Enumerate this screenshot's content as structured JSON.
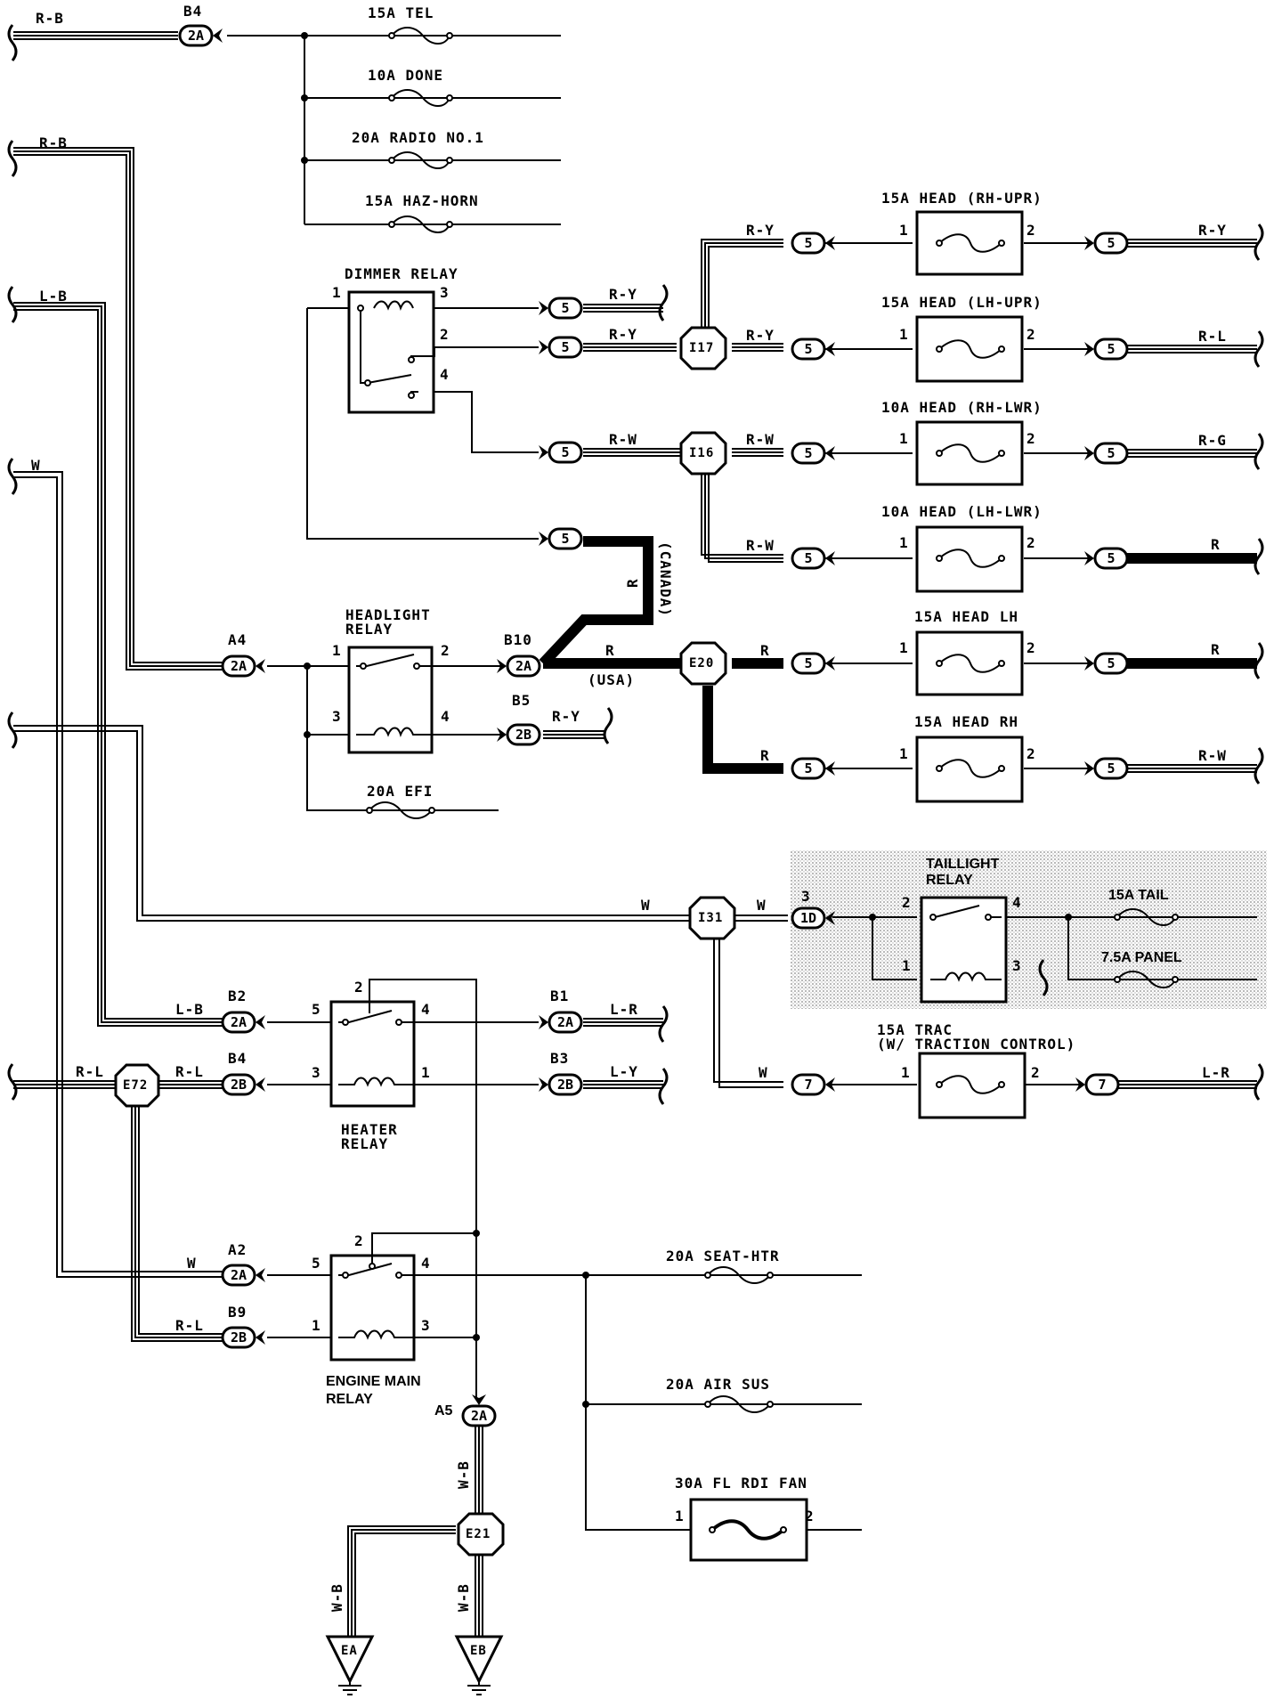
{
  "fuses": {
    "tel": "15A TEL",
    "done": "10A DONE",
    "radio": "20A RADIO NO.1",
    "hazhorn": "15A HAZ-HORN",
    "head_rh_upr": "15A HEAD (RH-UPR)",
    "head_lh_upr": "15A HEAD (LH-UPR)",
    "head_rh_lwr": "10A HEAD (RH-LWR)",
    "head_lh_lwr": "10A HEAD (LH-LWR)",
    "head_lh": "15A HEAD LH",
    "head_rh": "15A HEAD RH",
    "efi": "20A EFI",
    "tail": "15A TAIL",
    "panel": "7.5A PANEL",
    "trac": "15A TRAC",
    "trac_note": "(W/ TRACTION CONTROL)",
    "seat_htr": "20A SEAT-HTR",
    "air_sus": "20A AIR SUS",
    "fl_rdi_fan": "30A FL RDI FAN"
  },
  "relays": {
    "dimmer": "DIMMER RELAY",
    "headlight_1": "HEADLIGHT",
    "headlight_2": "RELAY",
    "taillight_1": "TAILLIGHT",
    "taillight_2": "RELAY",
    "heater_1": "HEATER",
    "heater_2": "RELAY",
    "engine_main_1": "ENGINE MAIN",
    "engine_main_2": "RELAY"
  },
  "wires": {
    "rb_top": "R-B",
    "rb_2": "R-B",
    "lb": "L-B",
    "w": "W",
    "dim_ry_1": "R-Y",
    "dim_ry_2": "R-Y",
    "dim_rw": "R-W",
    "i17_ry_top": "R-Y",
    "i17_ry": "R-Y",
    "i16_rw": "R-W",
    "i16_rw_low": "R-W",
    "out_ry": "R-Y",
    "out_rl": "R-L",
    "out_rg": "R-G",
    "out_r1": "R",
    "out_r2": "R",
    "out_rw": "R-W",
    "canada_r": "R",
    "canada": "(CANADA)",
    "usa_r": "R",
    "usa": "(USA)",
    "e20_r1": "R",
    "e20_r2": "R",
    "b5_ry": "R-Y",
    "i31_w1": "W",
    "i31_w2": "W",
    "i31_w3": "W",
    "trac_lr": "L-R",
    "heater_lb": "L-B",
    "heater_lr": "L-R",
    "heater_ly": "L-Y",
    "e72_rl1": "R-L",
    "e72_rl2": "R-L",
    "em_w": "W",
    "em_rl": "R-L",
    "a5_wb": "W-B",
    "ea_wb": "W-B",
    "eb_wb": "W-B"
  },
  "connectors": {
    "b4_top": "B4",
    "a4": "A4",
    "b10": "B10",
    "b5": "B5",
    "b2": "B2",
    "b4": "B4",
    "b1": "B1",
    "b3": "B3",
    "a2": "A2",
    "b9": "B9",
    "a5": "A5",
    "pin3_1d": "3"
  },
  "pins": [
    "1",
    "2",
    "3",
    "4",
    "5"
  ],
  "junctions": {
    "i17": "I17",
    "i16": "I16",
    "e20": "E20",
    "i31": "I31",
    "e72": "E72",
    "e21": "E21"
  },
  "grounds": {
    "ea": "EA",
    "eb": "EB"
  },
  "connector_codes": {
    "c2a": "2A",
    "c2b": "2B",
    "c5": "5",
    "c7": "7",
    "c1d": "1D"
  }
}
